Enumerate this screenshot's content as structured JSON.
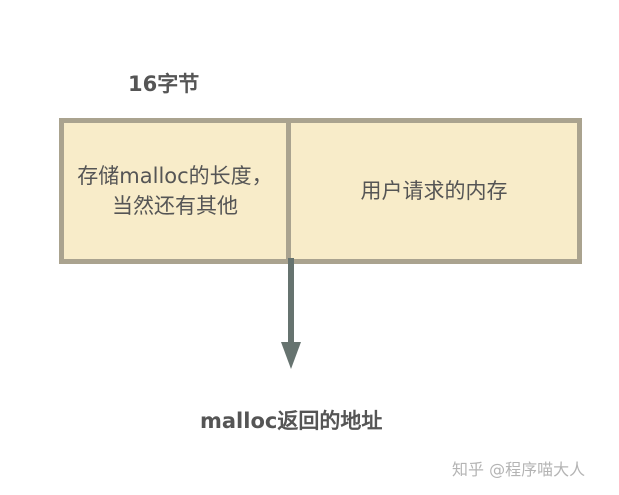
{
  "diagram": {
    "header_label": "16字节",
    "cells": [
      {
        "text": "存储malloc的长度，当然还有其他"
      },
      {
        "text": "用户请求的内存"
      }
    ],
    "pointer_label": "malloc返回的地址"
  },
  "watermark": "知乎 @程序喵大人",
  "colors": {
    "block_fill": "#f8ecc9",
    "block_border": "#aaa38f",
    "arrow": "#66736f",
    "text": "#555555",
    "watermark": "#b4b4b4"
  }
}
